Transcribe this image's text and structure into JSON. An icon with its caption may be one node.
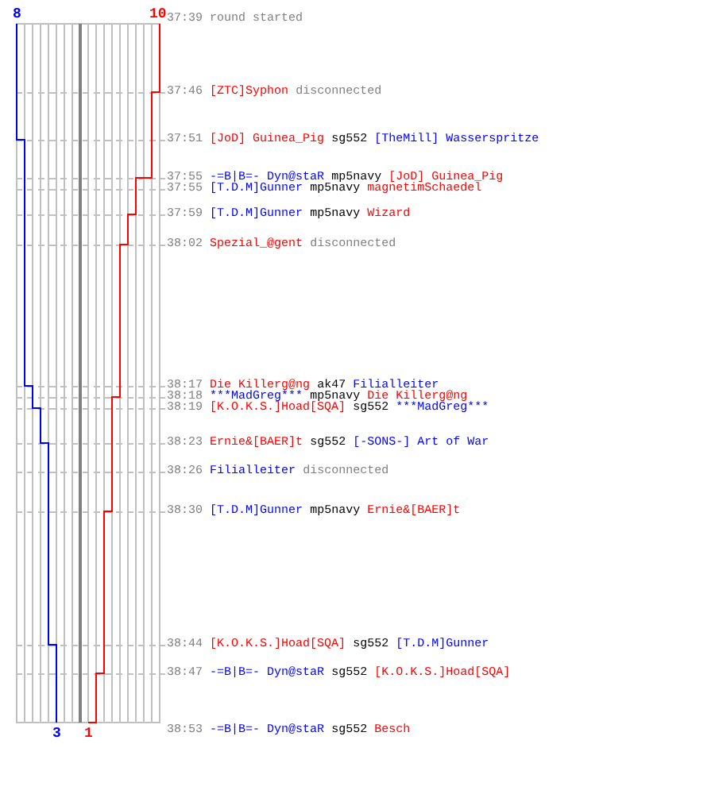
{
  "diagram": {
    "labels": [
      "8",
      "10",
      "37:39",
      "round started",
      "37:46",
      "[ZTC]Syphon",
      "disconnected",
      "37:51",
      "[JoD] Guinea_Pig",
      "sg552",
      "[TheMill] Wasserspritze",
      "37:55",
      "-=B|B=- Dyn@staR",
      "mp5navy",
      "[JoD] Guinea_Pig",
      "37:55",
      "[T.D.M]Gunner",
      "mp5navy",
      "magnetimSchaedel",
      "37:59",
      "[T.D.M]Gunner",
      "mp5navy",
      "Wizard",
      "38:02",
      "Spezial_@gent",
      "disconnected",
      "38:17",
      "Die Killerg@ng",
      "ak47",
      "Filialleiter",
      "38:18",
      "***MadGreg***",
      "mp5navy",
      "Die Killerg@ng",
      "38:19",
      "[K.O.K.S.]Hoad[SQA]",
      "sg552",
      "***MadGreg***",
      "38:23",
      "Ernie&[BAER]t",
      "sg552",
      "[-SONS-] Art of War",
      "38:26",
      "Filialleiter",
      "disconnected",
      "38:30",
      "[T.D.M]Gunner",
      "mp5navy",
      "Ernie&[BAER]t",
      "38:44",
      "[K.O.K.S.]Hoad[SQA]",
      "sg552",
      "[T.D.M]Gunner",
      "38:47",
      "-=B|B=- Dyn@staR",
      "sg552",
      "[K.O.K.S.]Hoad[SQA]",
      "3",
      "1",
      "38:53",
      "-=B|B=- Dyn@staR",
      "sg552",
      "Besch"
    ]
  }
}
